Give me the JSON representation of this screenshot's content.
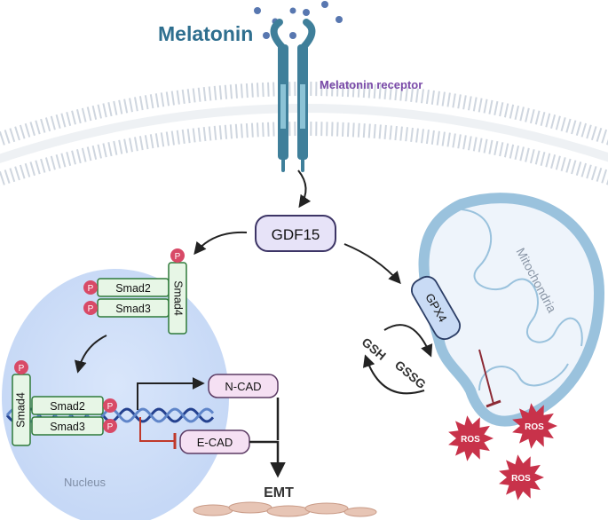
{
  "ligand": {
    "label": "Melatonin",
    "color": "#2f6f8f"
  },
  "receptor": {
    "label": "Melatonin receptor",
    "color": "#7a4aa8"
  },
  "hub": {
    "label": "GDF15"
  },
  "smad_complex_cytoplasm": {
    "smad2": "Smad2",
    "smad3": "Smad3",
    "smad4": "Smad4",
    "phospho": "P"
  },
  "smad_complex_nucleus": {
    "smad2": "Smad2",
    "smad3": "Smad3",
    "smad4": "Smad4",
    "phospho": "P"
  },
  "targets": {
    "ncad": "N-CAD",
    "ecad": "E-CAD"
  },
  "outcome": {
    "label": "EMT"
  },
  "nucleus": {
    "label": "Nucleus"
  },
  "mitochondria": {
    "label": "Mitochondria"
  },
  "antioxidant": {
    "enzyme": "GPX4",
    "gsh": "GSH",
    "gssg": "GSSG"
  },
  "ros": {
    "label": "ROS"
  },
  "colors": {
    "inhibit": "#c0392b",
    "arrow": "#222222",
    "ros": "#c8324a"
  }
}
